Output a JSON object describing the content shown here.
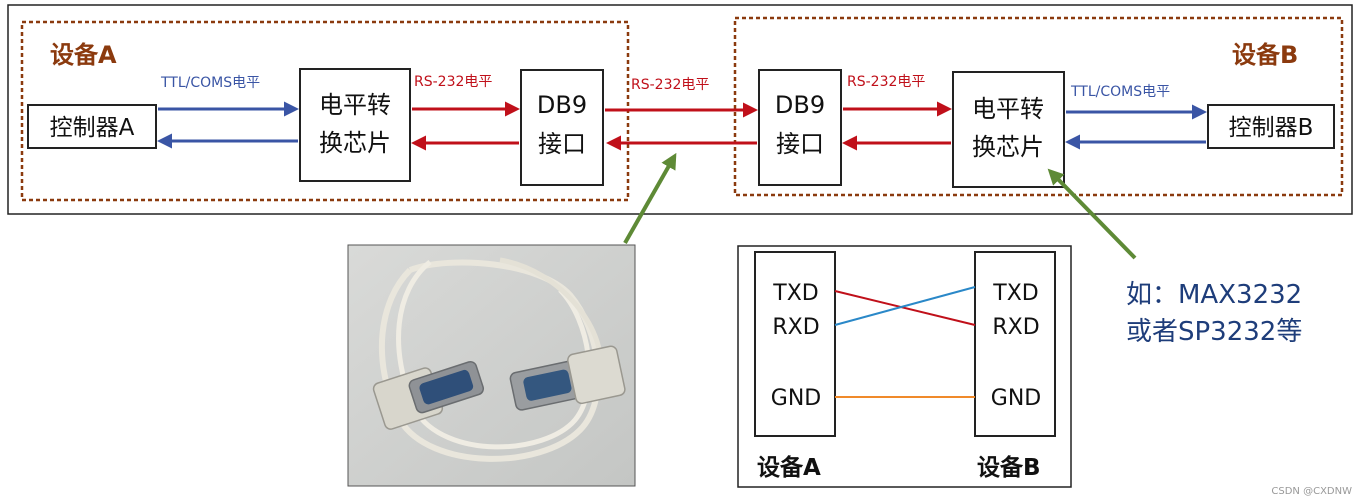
{
  "device_a_label": "设备A",
  "device_b_label": "设备B",
  "controller_a": "控制器A",
  "controller_b": "控制器B",
  "level_chip": [
    "电平转",
    "换芯片"
  ],
  "db9": [
    "DB9",
    "接口"
  ],
  "ttl_label": "TTL/COMS电平",
  "rs232_label": "RS-232电平",
  "pins": [
    "TXD",
    "RXD",
    "GND"
  ],
  "example_note": [
    "如：MAX3232",
    "或者SP3232等"
  ],
  "watermark": "CSDN @CXDNW",
  "colors": {
    "ttl_arrow": "#3a55a5",
    "rs232_arrow": "#c0101a",
    "device_border": "#8b3a0e",
    "pointer_arrow": "#5e8a36",
    "note_text": "#1e3d7a",
    "txd_line": "#c0101a",
    "rxd_line": "#2a88c8",
    "gnd_line": "#f08a2a"
  }
}
